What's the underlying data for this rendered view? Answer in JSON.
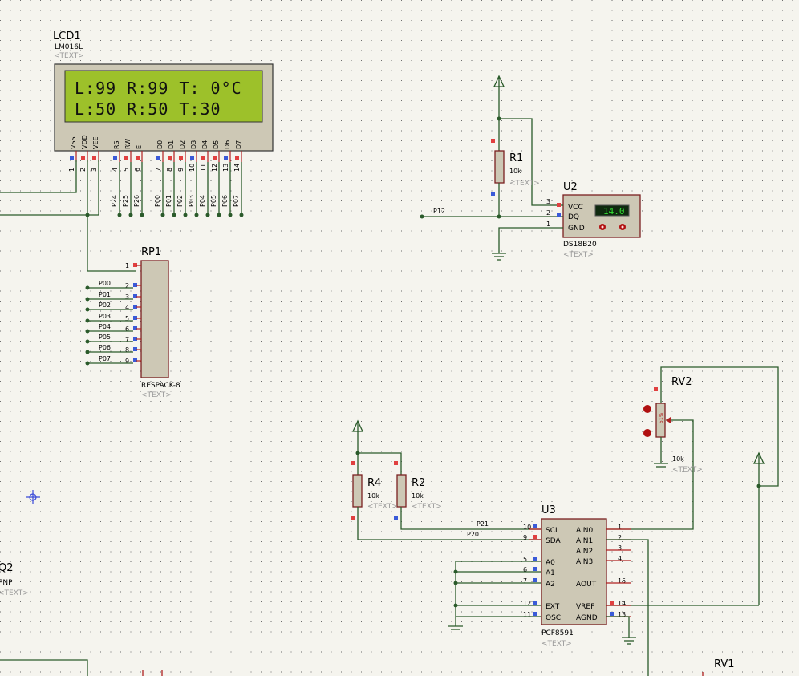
{
  "lcd": {
    "ref": "LCD1",
    "part": "LM016L",
    "text_tag": "<TEXT>",
    "line1": "L:99 R:99 T: 0°C",
    "line2": "L:50 R:50 T:30",
    "pins": [
      "VSS",
      "VDD",
      "VEE",
      "RS",
      "RW",
      "E",
      "D0",
      "D1",
      "D2",
      "D3",
      "D4",
      "D5",
      "D6",
      "D7"
    ],
    "pin_numbers": [
      "1",
      "2",
      "3",
      "4",
      "5",
      "6",
      "7",
      "8",
      "9",
      "10",
      "11",
      "12",
      "13",
      "14"
    ],
    "nets": [
      "P24",
      "P25",
      "P26",
      "P00",
      "P01",
      "P02",
      "P03",
      "P04",
      "P05",
      "P06",
      "P07"
    ]
  },
  "rp1": {
    "ref": "RP1",
    "part": "RESPACK-8",
    "text_tag": "<TEXT>",
    "pins": [
      "1",
      "2",
      "3",
      "4",
      "5",
      "6",
      "7",
      "8",
      "9"
    ],
    "nets": [
      "P00",
      "P01",
      "P02",
      "P03",
      "P04",
      "P05",
      "P06",
      "P07"
    ]
  },
  "r1": {
    "ref": "R1",
    "value": "10k",
    "text_tag": "<TEXT>"
  },
  "u2": {
    "ref": "U2",
    "part": "DS18B20",
    "text_tag": "<TEXT>",
    "pins": [
      "VCC",
      "DQ",
      "GND"
    ],
    "pin_numbers": [
      "3",
      "2",
      "1"
    ],
    "display": "14.0",
    "net": "P12"
  },
  "rv2": {
    "ref": "RV2",
    "value": "10k",
    "text_tag": "<TEXT>",
    "pct": "51%"
  },
  "r4": {
    "ref": "R4",
    "value": "10k",
    "text_tag": "<TEXT>"
  },
  "r2": {
    "ref": "R2",
    "value": "10k",
    "text_tag": "<TEXT>"
  },
  "u3": {
    "ref": "U3",
    "part": "PCF8591",
    "text_tag": "<TEXT>",
    "left_pins": [
      "SCL",
      "SDA",
      "A0",
      "A1",
      "A2",
      "EXT",
      "OSC"
    ],
    "left_numbers": [
      "10",
      "9",
      "5",
      "6",
      "7",
      "12",
      "11"
    ],
    "right_pins": [
      "AIN0",
      "AIN1",
      "AIN2",
      "AIN3",
      "AOUT",
      "VREF",
      "AGND"
    ],
    "right_numbers": [
      "1",
      "2",
      "3",
      "4",
      "15",
      "14",
      "13"
    ],
    "nets": [
      "P21",
      "P20"
    ]
  },
  "q2": {
    "ref": "Q2",
    "part": "PNP",
    "text_tag": "<TEXT>"
  },
  "rv1": {
    "ref": "RV1"
  },
  "colors": {
    "background": "#f5f4ee",
    "wire": "#2a5a2a",
    "component_body": "#cdc8b5",
    "lcd_screen": "#9dc12a",
    "pin_red": "#e04040",
    "pin_blue": "#3a5ad8"
  }
}
